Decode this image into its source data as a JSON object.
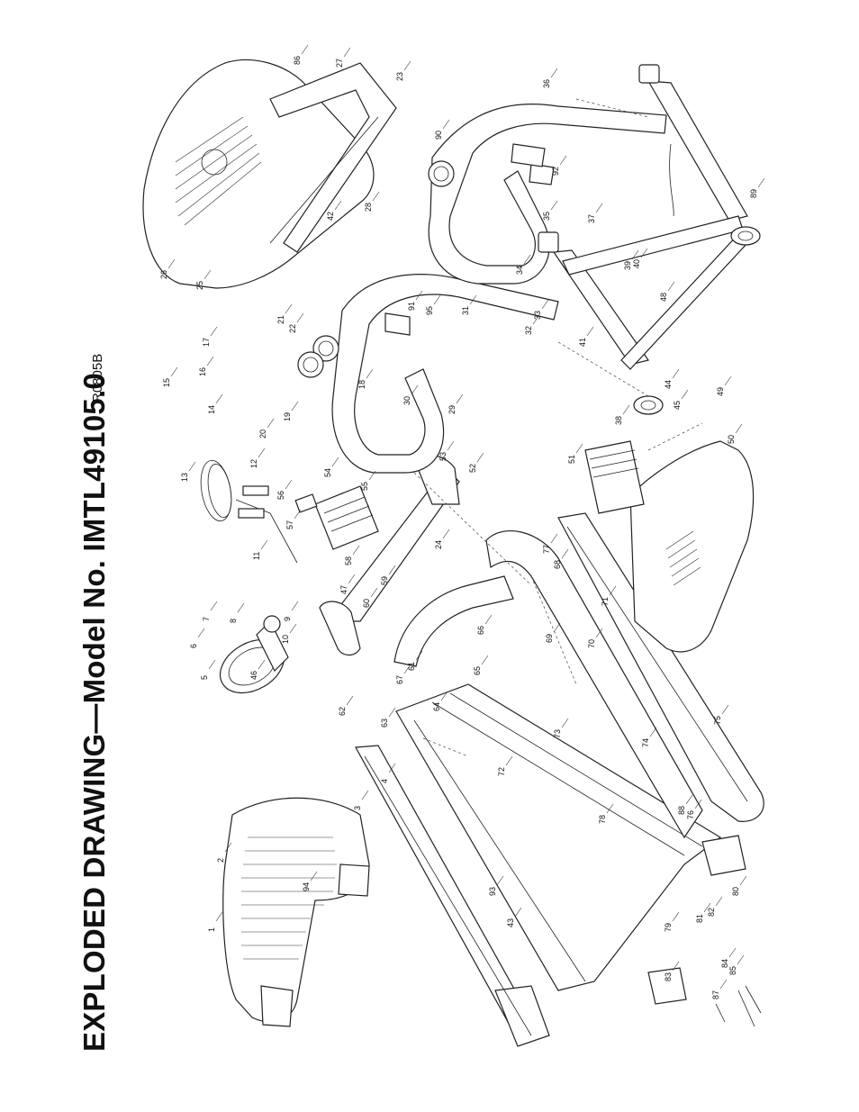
{
  "title": "EXPLODED DRAWING—Model No. IMTL49105.0",
  "drawing_code": "R0805B",
  "part_numbers": [
    "1",
    "2",
    "3",
    "4",
    "5",
    "6",
    "7",
    "8",
    "9",
    "10",
    "11",
    "12",
    "13",
    "14",
    "15",
    "16",
    "17",
    "18",
    "19",
    "20",
    "21",
    "22",
    "23",
    "24",
    "25",
    "26",
    "27",
    "28",
    "29",
    "30",
    "31",
    "32",
    "33",
    "34",
    "35",
    "36",
    "37",
    "38",
    "39",
    "40",
    "41",
    "42",
    "43",
    "44",
    "45",
    "46",
    "47",
    "48",
    "49",
    "50",
    "51",
    "52",
    "53",
    "54",
    "55",
    "56",
    "57",
    "58",
    "59",
    "60",
    "61",
    "62",
    "63",
    "64",
    "65",
    "66",
    "67",
    "68",
    "69",
    "70",
    "71",
    "72",
    "73",
    "74",
    "75",
    "76",
    "77",
    "78",
    "79",
    "80",
    "81",
    "82",
    "83",
    "84",
    "85",
    "86",
    "87",
    "88",
    "89",
    "90",
    "91",
    "92",
    "93",
    "94",
    "95"
  ]
}
